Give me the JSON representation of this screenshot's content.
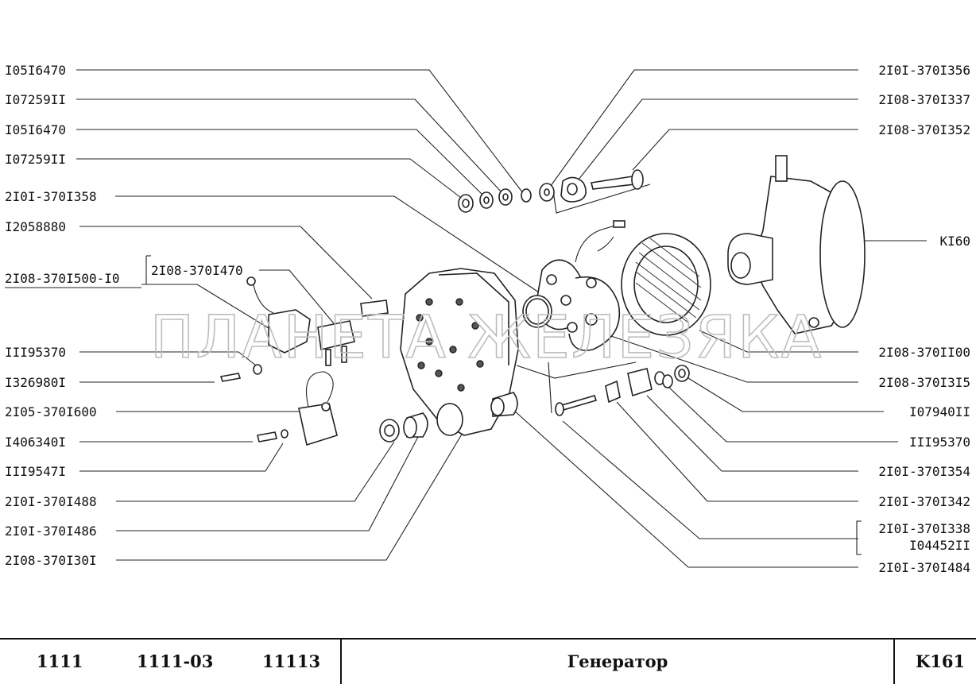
{
  "labels_left": [
    {
      "id": "l1",
      "text": "I05I6470"
    },
    {
      "id": "l2",
      "text": "I07259II"
    },
    {
      "id": "l3",
      "text": "I05I6470"
    },
    {
      "id": "l4",
      "text": "I07259II"
    },
    {
      "id": "l5",
      "text": "2I0I-370I358"
    },
    {
      "id": "l6",
      "text": "I2058880"
    },
    {
      "id": "l7",
      "text": "2I08-370I500-I0"
    },
    {
      "id": "l7b",
      "text": "2I08-370I470"
    },
    {
      "id": "l8",
      "text": "III95370"
    },
    {
      "id": "l9",
      "text": "I326980I"
    },
    {
      "id": "l10",
      "text": "2I05-370I600"
    },
    {
      "id": "l11",
      "text": "I406340I"
    },
    {
      "id": "l12",
      "text": "III9547I"
    },
    {
      "id": "l13",
      "text": "2I0I-370I488"
    },
    {
      "id": "l14",
      "text": "2I0I-370I486"
    },
    {
      "id": "l15",
      "text": "2I08-370I30I"
    }
  ],
  "labels_right": [
    {
      "id": "r1",
      "text": "2I0I-370I356"
    },
    {
      "id": "r2",
      "text": "2I08-370I337"
    },
    {
      "id": "r3",
      "text": "2I08-370I352"
    },
    {
      "id": "r4",
      "text": "KI60"
    },
    {
      "id": "r5",
      "text": "2I08-370II00"
    },
    {
      "id": "r6",
      "text": "2I08-370I3I5"
    },
    {
      "id": "r7",
      "text": "I07940II"
    },
    {
      "id": "r8",
      "text": "III95370"
    },
    {
      "id": "r9",
      "text": "2I0I-370I354"
    },
    {
      "id": "r10",
      "text": "2I0I-370I342"
    },
    {
      "id": "r11a",
      "text": "2I0I-370I338"
    },
    {
      "id": "r11b",
      "text": "I04452II"
    },
    {
      "id": "r12",
      "text": "2I0I-370I484"
    }
  ],
  "watermark": "ПЛАНЕТА ЖЕЛЕЗЯКА",
  "footer": {
    "models": [
      "1111",
      "1111-03",
      "11113"
    ],
    "title": "Генератор",
    "code": "K161"
  }
}
